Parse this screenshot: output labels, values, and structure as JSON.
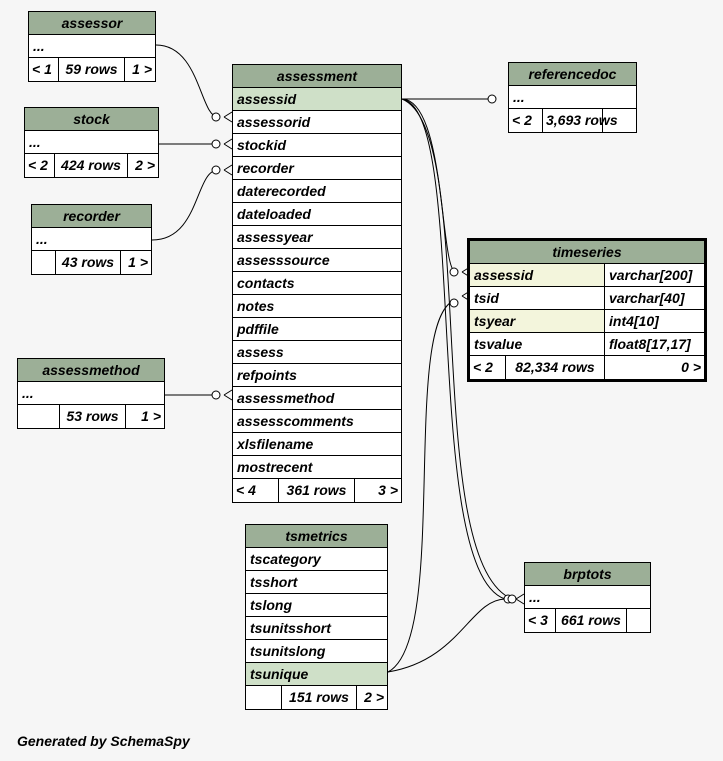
{
  "tables": {
    "assessor": {
      "name": "assessor",
      "rows": [
        "..."
      ],
      "foot": [
        "< 1",
        "59 rows",
        "1 >"
      ]
    },
    "stock": {
      "name": "stock",
      "rows": [
        "..."
      ],
      "foot": [
        "< 2",
        "424 rows",
        "2 >"
      ]
    },
    "recorder": {
      "name": "recorder",
      "rows": [
        "..."
      ],
      "foot": [
        "",
        "43 rows",
        "1 >"
      ]
    },
    "assessmethod": {
      "name": "assessmethod",
      "rows": [
        "..."
      ],
      "foot": [
        "",
        "53 rows",
        "1 >"
      ]
    },
    "assessment": {
      "name": "assessment",
      "rows": [
        "assessid",
        "assessorid",
        "stockid",
        "recorder",
        "daterecorded",
        "dateloaded",
        "assessyear",
        "assesssource",
        "contacts",
        "notes",
        "pdffile",
        "assess",
        "refpoints",
        "assessmethod",
        "assesscomments",
        "xlsfilename",
        "mostrecent"
      ],
      "foot": [
        "< 4",
        "361 rows",
        "3 >"
      ]
    },
    "referencedoc": {
      "name": "referencedoc",
      "rows": [
        "..."
      ],
      "foot": [
        "< 2",
        "3,693 rows",
        ""
      ]
    },
    "timeseries": {
      "name": "timeseries",
      "columns": [
        {
          "name": "assessid",
          "type": "varchar[200]"
        },
        {
          "name": "tsid",
          "type": "varchar[40]"
        },
        {
          "name": "tsyear",
          "type": "int4[10]"
        },
        {
          "name": "tsvalue",
          "type": "float8[17,17]"
        }
      ],
      "foot": [
        "< 2",
        "82,334 rows",
        "0 >"
      ]
    },
    "tsmetrics": {
      "name": "tsmetrics",
      "rows": [
        "tscategory",
        "tsshort",
        "tslong",
        "tsunitsshort",
        "tsunitslong",
        "tsunique"
      ],
      "foot": [
        "",
        "151 rows",
        "2 >"
      ]
    },
    "brptots": {
      "name": "brptots",
      "rows": [
        "..."
      ],
      "foot": [
        "< 3",
        "661 rows",
        ""
      ]
    }
  },
  "footer": "Generated by SchemaSpy"
}
